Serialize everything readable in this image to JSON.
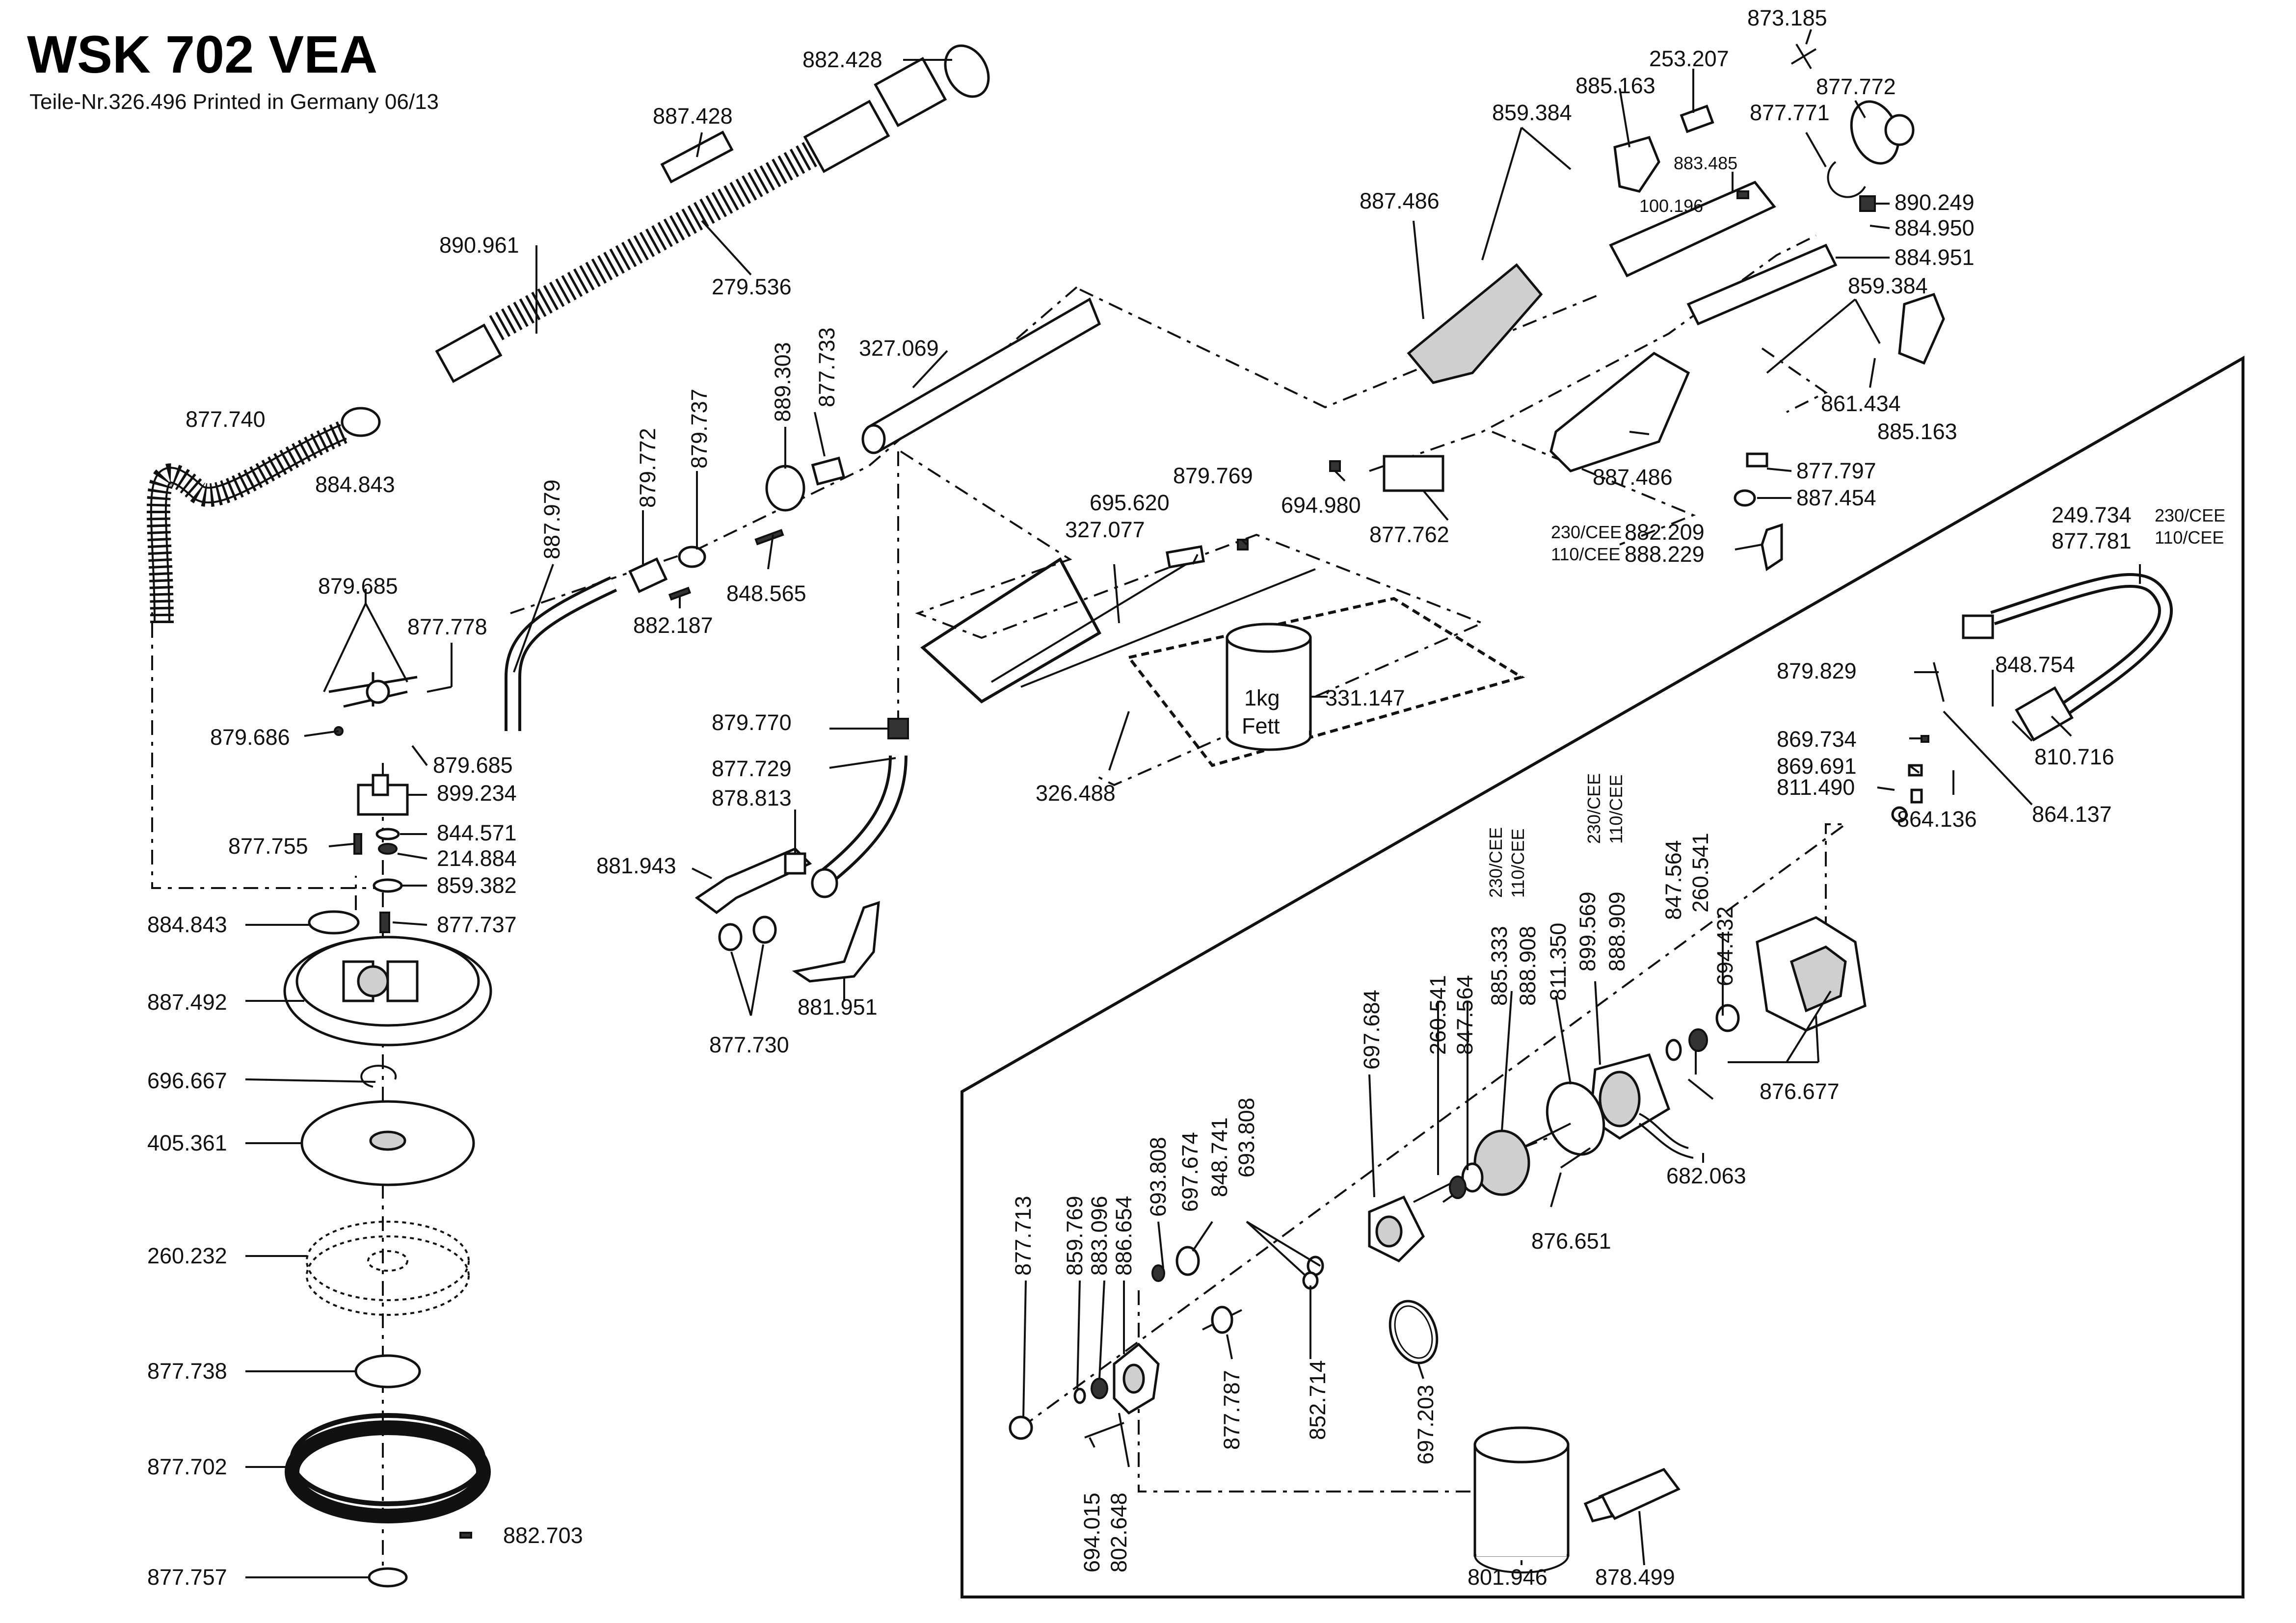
{
  "title": "WSK 702 VEA",
  "subtitle": "Teile-Nr.326.496 Printed in Germany 06/13",
  "grease_can": {
    "line1": "1kg",
    "line2": "Fett"
  },
  "labels": {
    "p873185": "873.185",
    "p882428": "882.428",
    "p253207": "253.207",
    "p877772": "877.772",
    "p885163a": "885.163",
    "p877771": "877.771",
    "p859384a": "859.384",
    "p887428": "887.428",
    "p883485": "883.485",
    "p890249": "890.249",
    "p887486a": "887.486",
    "p100196": "100.196",
    "p884950": "884.950",
    "p890961": "890.961",
    "p884951": "884.951",
    "p279536": "279.536",
    "p859384b": "859.384",
    "p877733": "877.733",
    "p889303": "889.303",
    "p327069": "327.069",
    "p877740": "877.740",
    "p861434": "861.434",
    "p879737": "879.737",
    "p879772": "879.772",
    "p885163b": "885.163",
    "p884843a": "884.843",
    "p887979": "887.979",
    "p887486b": "887.486",
    "p877797": "877.797",
    "p879769": "879.769",
    "p694980": "694.980",
    "p848565": "848.565",
    "p887454": "887.454",
    "p695620": "695.620",
    "p879685a": "879.685",
    "p877762": "877.762",
    "p249734": "249.734",
    "p230cee_a": "230/CEE",
    "p882209": "882.209",
    "p327077": "327.077",
    "p877781": "877.781",
    "p110cee_a": "110/CEE",
    "p888229": "888.229",
    "p877778": "877.778",
    "p882187": "882.187",
    "p230cee_b": "230/CEE",
    "p110cee_b": "110/CEE",
    "p848754": "848.754",
    "p879829": "879.829",
    "p331147": "331.147",
    "p879770": "879.770",
    "p879686": "879.686",
    "p810716": "810.716",
    "p879685b": "879.685",
    "p877729": "877.729",
    "p869734": "869.734",
    "p899234": "899.234",
    "p869691": "869.691",
    "p878813": "878.813",
    "p326488": "326.488",
    "p811490": "811.490",
    "p864137": "864.137",
    "p844571": "844.571",
    "p877755": "877.755",
    "p864136": "864.136",
    "p214884": "214.884",
    "p230cee_c": "230/CEE",
    "p110cee_c": "110/CEE",
    "p881943": "881.943",
    "p230cee_d": "230/CEE",
    "p110cee_d": "110/CEE",
    "p859382": "859.382",
    "p899569": "899.569",
    "p888909": "888.909",
    "p847564a": "847.564",
    "p260541a": "260.541",
    "p885333": "885.333",
    "p888908": "888.908",
    "p811350": "811.350",
    "p694432": "694.432",
    "p884843b": "884.843",
    "p877737": "877.737",
    "p881951": "881.951",
    "p887492": "887.492",
    "p697684": "697.684",
    "p260541b": "260.541",
    "p847564b": "847.564",
    "p877730": "877.730",
    "p696667": "696.667",
    "p876677": "876.677",
    "p693808a": "693.808",
    "p697674": "697.674",
    "p848741": "848.741",
    "p693808b": "693.808",
    "p405361": "405.361",
    "p682063": "682.063",
    "p859769": "859.769",
    "p883096": "883.096",
    "p886654": "886.654",
    "p876651": "876.651",
    "p877713": "877.713",
    "p260232": "260.232",
    "p877738": "877.738",
    "p852714": "852.714",
    "p697203": "697.203",
    "p877787": "877.787",
    "p877702": "877.702",
    "p882703": "882.703",
    "p694015": "694.015",
    "p802648": "802.648",
    "p801946": "801.946",
    "p878499": "878.499",
    "p877757": "877.757"
  }
}
